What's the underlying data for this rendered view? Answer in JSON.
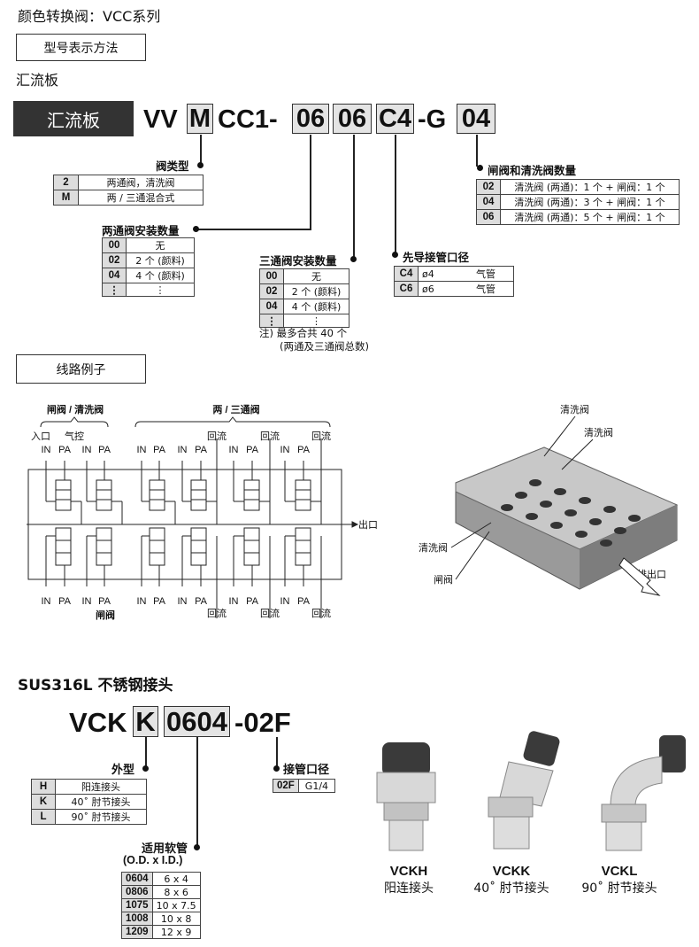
{
  "page_title": "颜色转换阀：VCC系列",
  "section_model": "型号表示方法",
  "manifold_heading": "汇流板",
  "manifold_code": {
    "badge": "汇流板",
    "prefix": "VV",
    "type": "M",
    "mid": "CC1-",
    "two_way": "06",
    "three_way": "06",
    "pilot": "C4",
    "g_prefix": "-G",
    "gate": "04"
  },
  "valve_type": {
    "label": "阀类型",
    "rows": [
      {
        "k": "2",
        "v": "两通阀，清洗阀"
      },
      {
        "k": "M",
        "v": "两 / 三通混合式"
      }
    ]
  },
  "two_way_qty": {
    "label": "两通阀安装数量",
    "rows": [
      {
        "k": "00",
        "v": "无"
      },
      {
        "k": "02",
        "v": "2 个 (颜料)"
      },
      {
        "k": "04",
        "v": "4 个 (颜料)"
      },
      {
        "k": "⋮",
        "v": "⋮"
      }
    ]
  },
  "three_way_qty": {
    "label": "三通阀安装数量",
    "rows": [
      {
        "k": "00",
        "v": "无"
      },
      {
        "k": "02",
        "v": "2 个 (颜料)"
      },
      {
        "k": "04",
        "v": "4 个 (颜料)"
      },
      {
        "k": "⋮",
        "v": "⋮"
      }
    ],
    "note1": "注) 最多合共 40 个",
    "note2": "(两通及三通阀总数)"
  },
  "pilot_port": {
    "label": "先导接管口径",
    "rows": [
      {
        "k": "C4",
        "d": "ø4",
        "v": "气管"
      },
      {
        "k": "C6",
        "d": "ø6",
        "v": "气管"
      }
    ]
  },
  "gate_qty": {
    "label": "闸阀和清洗阀数量",
    "rows": [
      {
        "k": "02",
        "v": "清洗阀 (两通)：1 个 + 闸阀：1 个"
      },
      {
        "k": "04",
        "v": "清洗阀 (两通)：3 个 + 闸阀：1 个"
      },
      {
        "k": "06",
        "v": "清洗阀 (两通)：5 个 + 闸阀：1 个"
      }
    ]
  },
  "section_circuit": "线路例子",
  "circuit": {
    "group1": "闸阀 / 清洗阀",
    "group2": "两 / 三通阀",
    "inlet": "入口",
    "pilot": "气控",
    "in": "IN",
    "pa": "PA",
    "return": "回流",
    "outlet": "出口",
    "gate": "闸阀"
  },
  "photo_labels": {
    "purge1": "清洗阀",
    "purge2": "清洗阀",
    "purge3": "清洗阀",
    "gate": "闸阀",
    "drain": "排出口"
  },
  "fitting_heading": "SUS316L 不锈钢接头",
  "fitting_code": {
    "prefix": "VCK",
    "shape": "K",
    "tube": "0604",
    "port": "-02F"
  },
  "shape": {
    "label": "外型",
    "rows": [
      {
        "k": "H",
        "v": "阳连接头"
      },
      {
        "k": "K",
        "v": "40˚ 肘节接头"
      },
      {
        "k": "L",
        "v": "90˚ 肘节接头"
      }
    ]
  },
  "tube": {
    "label": "适用软管",
    "label2": "(O.D. x I.D.)",
    "rows": [
      {
        "k": "0604",
        "v": "6 x 4"
      },
      {
        "k": "0806",
        "v": "8 x 6"
      },
      {
        "k": "1075",
        "v": "10 x 7.5"
      },
      {
        "k": "1008",
        "v": "10 x 8"
      },
      {
        "k": "1209",
        "v": "12 x 9"
      }
    ]
  },
  "port": {
    "label": "接管口径",
    "rows": [
      {
        "k": "02F",
        "v": "G1/4"
      }
    ]
  },
  "products": [
    {
      "name": "VCKH",
      "desc": "阳连接头"
    },
    {
      "name": "VCKK",
      "desc": "40˚ 肘节接头"
    },
    {
      "name": "VCKL",
      "desc": "90˚ 肘节接头"
    }
  ]
}
